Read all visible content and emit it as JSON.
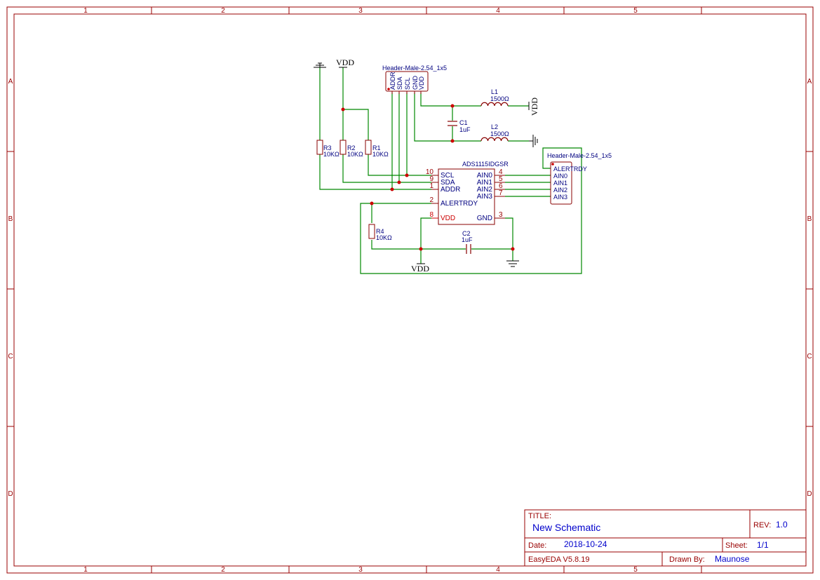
{
  "zones": {
    "columns": [
      "1",
      "2",
      "3",
      "4",
      "5"
    ],
    "rows": [
      "A",
      "B",
      "C",
      "D"
    ]
  },
  "nets": {
    "vdd": "VDD"
  },
  "header_top": {
    "name": "Header-Male-2.54_1x5",
    "pins": [
      "ADDR",
      "SDA",
      "SCL",
      "GND",
      "VDD"
    ]
  },
  "header_right": {
    "name": "Header-Male-2.54_1x5",
    "pins": [
      "ALERTRDY",
      "AIN0",
      "AIN1",
      "AIN2",
      "AIN3"
    ]
  },
  "ic": {
    "name": "ADS1115IDGSR",
    "left_pins": [
      {
        "num": "10",
        "name": "SCL"
      },
      {
        "num": "9",
        "name": "SDA"
      },
      {
        "num": "1",
        "name": "ADDR"
      },
      {
        "num": "2",
        "name": "ALERTRDY"
      },
      {
        "num": "8",
        "name": "VDD"
      }
    ],
    "right_pins": [
      {
        "num": "4",
        "name": "AIN0"
      },
      {
        "num": "5",
        "name": "AIN1"
      },
      {
        "num": "6",
        "name": "AIN2"
      },
      {
        "num": "7",
        "name": "AIN3"
      },
      {
        "num": "3",
        "name": "GND"
      }
    ]
  },
  "components": {
    "r1": {
      "ref": "R1",
      "value": "10KΩ"
    },
    "r2": {
      "ref": "R2",
      "value": "10KΩ"
    },
    "r3": {
      "ref": "R3",
      "value": "10KΩ"
    },
    "r4": {
      "ref": "R4",
      "value": "10KΩ"
    },
    "c1": {
      "ref": "C1",
      "value": "1uF"
    },
    "c2": {
      "ref": "C2",
      "value": "1uF"
    },
    "l1": {
      "ref": "L1",
      "value": "1500Ω"
    },
    "l2": {
      "ref": "L2",
      "value": "1500Ω"
    }
  },
  "title_block": {
    "title_label": "TITLE:",
    "title": "New Schematic",
    "rev_label": "REV:",
    "rev": "1.0",
    "date_label": "Date:",
    "date": "2018-10-24",
    "sheet_label": "Sheet:",
    "sheet": "1/1",
    "software": "EasyEDA V5.8.19",
    "drawn_label": "Drawn By:",
    "drawn_by": "Maunose"
  }
}
